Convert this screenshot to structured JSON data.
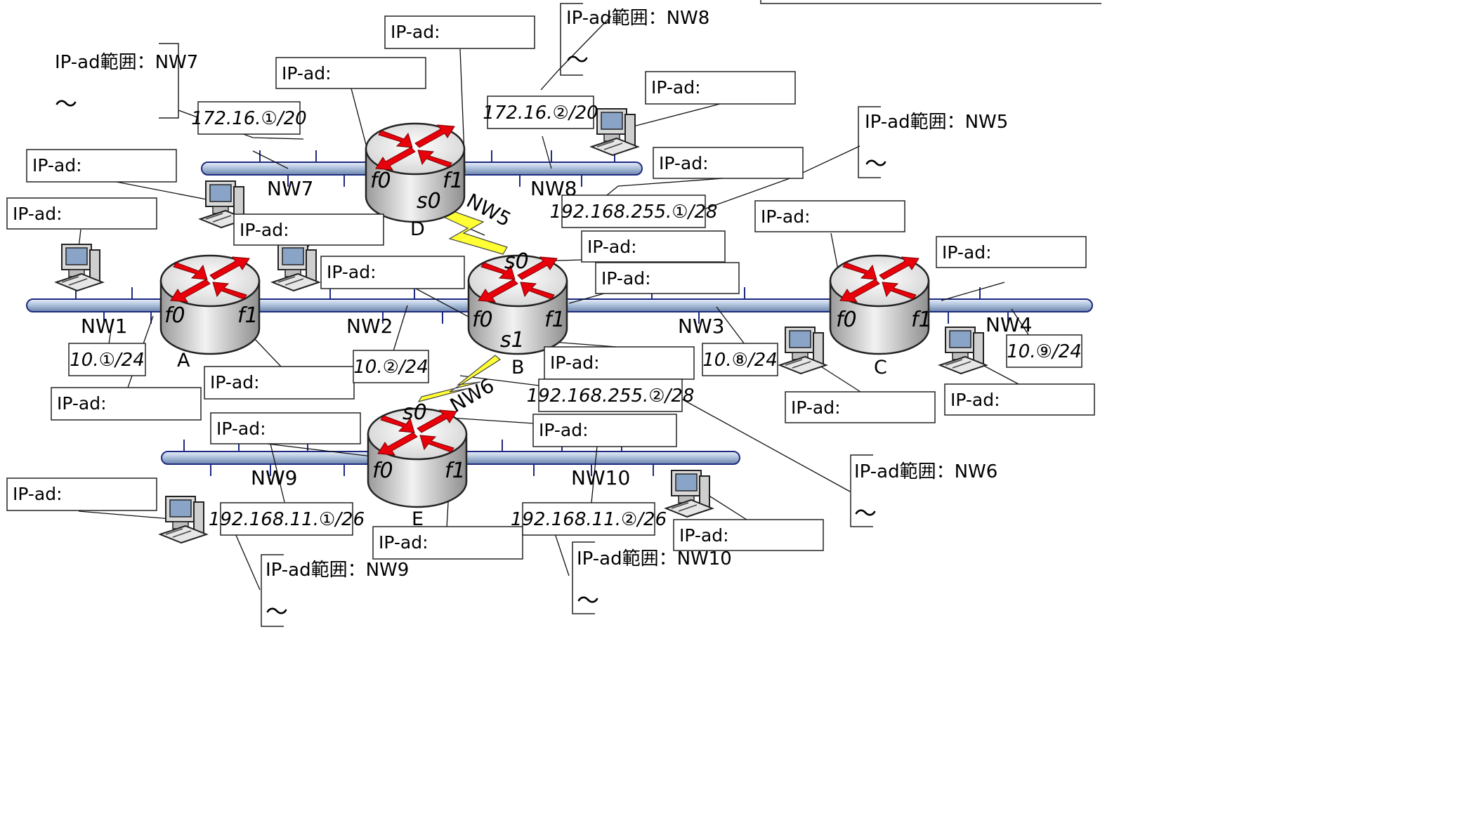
{
  "ip_label": "IP-ad:",
  "range_prefix": "IP-ad範囲：",
  "range_tilde": "～",
  "routers": {
    "A": {
      "name": "A",
      "if_a": "f0",
      "if_b": "f1"
    },
    "B": {
      "name": "B",
      "if_a": "f0",
      "if_b": "f1",
      "if_top": "s0",
      "if_bottom": "s1"
    },
    "C": {
      "name": "C",
      "if_a": "f0",
      "if_b": "f1"
    },
    "D": {
      "name": "D",
      "if_a": "f0",
      "if_b": "f1",
      "if_bottom": "s0"
    },
    "E": {
      "name": "E",
      "if_a": "f0",
      "if_b": "f1",
      "if_top": "s0"
    }
  },
  "networks": [
    "NW1",
    "NW2",
    "NW3",
    "NW4",
    "NW5",
    "NW6",
    "NW7",
    "NW8",
    "NW9",
    "NW10"
  ],
  "subnets": [
    "172.16.①/20",
    "172.16.②/20",
    "192.168.255.①/28",
    "10.①/24",
    "10.②/24",
    "10.⑧/24",
    "10.⑨/24",
    "192.168.255.②/28",
    "192.168.11.①/26",
    "192.168.11.②/26"
  ],
  "ranges": [
    "NW7",
    "NW8",
    "NW5",
    "NW6",
    "NW9",
    "NW10"
  ],
  "colors": {
    "cable": "#a9bdd8",
    "cable_edge": "#1f2a80",
    "arrow": "#e8000b",
    "serial": "#ffff33"
  }
}
